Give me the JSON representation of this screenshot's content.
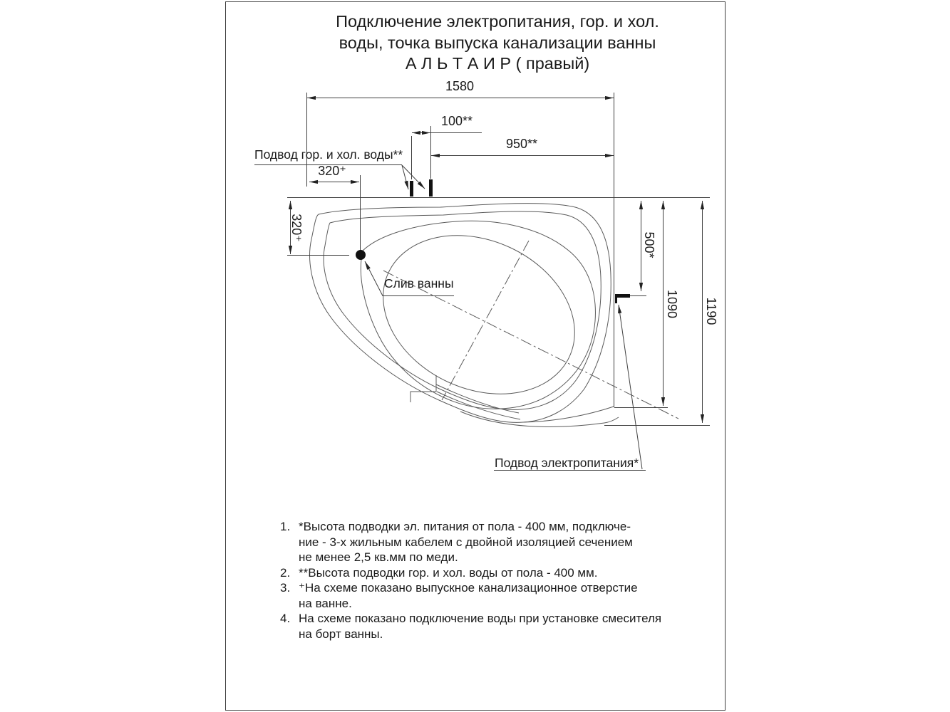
{
  "page": {
    "background": "#ffffff",
    "line_color": "#3f3f3f",
    "tub_line_color": "#5a5a5a",
    "ink_color": "#1a1a1a"
  },
  "title": {
    "line1": "Подключение электропитания, гор. и хол.",
    "line2": "воды, точка выпуска канализации ванны",
    "line3": "А Л Ь Т А И Р   ( правый)"
  },
  "dimensions": {
    "total_width": "1580",
    "water_points_spacing": "100**",
    "water_to_right_wall": "950**",
    "drain_offset_x": "320⁺",
    "drain_offset_y": "320⁺",
    "power_point_offset": "500*",
    "depth_to_power_corner": "1090",
    "total_depth": "1190"
  },
  "labels": {
    "water_supply": "Подвод гор. и хол. воды**",
    "drain": "Слив ванны",
    "power_supply": "Подвод электропитания*"
  },
  "notes": [
    {
      "num": "1.",
      "text": "*Высота подводки эл. питания от пола - 400 мм, подключе-\nние - 3-х жильным кабелем с двойной изоляцией сечением\nне менее 2,5 кв.мм по меди."
    },
    {
      "num": "2.",
      "text": "**Высота подводки гор. и хол. воды от пола - 400 мм."
    },
    {
      "num": "3.",
      "text": "⁺На схеме показано выпускное канализационное отверстие\nна ванне."
    },
    {
      "num": "4.",
      "text": "На схеме показано подключение воды при установке смесителя\nна борт ванны."
    }
  ]
}
